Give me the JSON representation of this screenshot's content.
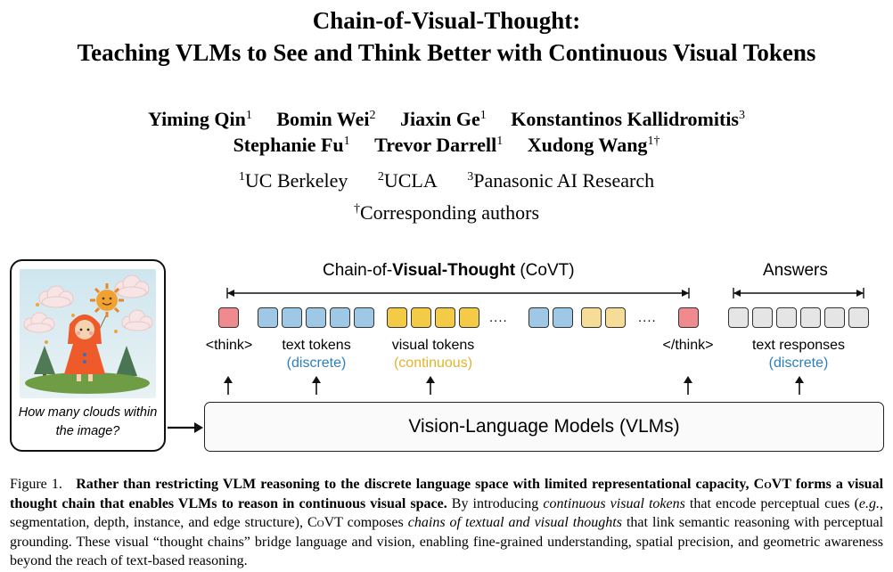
{
  "paper": {
    "title_line1": "Chain-of-Visual-Thought:",
    "title_line2": "Teaching VLMs to See and Think Better with Continuous Visual Tokens",
    "authors_row1": [
      {
        "name": "Yiming Qin",
        "sup": "1"
      },
      {
        "name": "Bomin Wei",
        "sup": "2"
      },
      {
        "name": "Jiaxin Ge",
        "sup": "1"
      },
      {
        "name": "Konstantinos Kallidromitis",
        "sup": "3"
      }
    ],
    "authors_row2": [
      {
        "name": "Stephanie Fu",
        "sup": "1"
      },
      {
        "name": "Trevor Darrell",
        "sup": "1"
      },
      {
        "name": "Xudong Wang",
        "sup": "1†"
      }
    ],
    "affiliations": [
      {
        "sup": "1",
        "name": "UC Berkeley"
      },
      {
        "sup": "2",
        "name": "UCLA"
      },
      {
        "sup": "3",
        "name": "Panasonic AI Research"
      }
    ],
    "corresponding": {
      "sup": "†",
      "text": "Corresponding authors"
    }
  },
  "figure": {
    "question": "How many clouds within the image?",
    "covt_header_pre": "Chain-of-",
    "covt_header_bold": "Visual-Thought",
    "covt_header_post": " (CoVT)",
    "answers_header": "Answers",
    "think_open": "<think>",
    "think_close": "</think>",
    "text_tokens": "text tokens",
    "text_tokens_type": "(discrete)",
    "visual_tokens": "visual tokens",
    "visual_tokens_type": "(continuous)",
    "text_responses": "text responses",
    "text_responses_type": "(discrete)",
    "ellipsis1": "....",
    "ellipsis2": "....",
    "vlm_label": "Vision-Language Models (VLMs)",
    "colors": {
      "think_token": "#ef8b8e",
      "text_token": "#9fc8e6",
      "visual_token": "#f3cb46",
      "response_token": "#e5e5e5",
      "discrete_text": "#2b7fc0",
      "continuous_text": "#e2b42b"
    }
  },
  "caption": {
    "label": "Figure 1.",
    "bold_1": "Rather than restricting VLM reasoning to the discrete language space with limited representational capacity, C",
    "bold_sc_1": "o",
    "bold_2": "VT forms a visual thought chain that enables VLMs to reason in continuous visual space.",
    "t1": "By introducing",
    "i1": "continuous visual tokens",
    "t2": "that encode perceptual cues (",
    "i2": "e.g.",
    "t3": ", segmentation, depth, instance, and edge structure), C",
    "sc2": "o",
    "t4": "VT composes",
    "i3": "chains of textual and visual thoughts",
    "t5": "that link semantic reasoning with perceptual grounding. These visual “thought chains” bridge language and vision, enabling fine-grained understanding, spatial precision, and geometric awareness beyond the reach of text-based reasoning."
  }
}
